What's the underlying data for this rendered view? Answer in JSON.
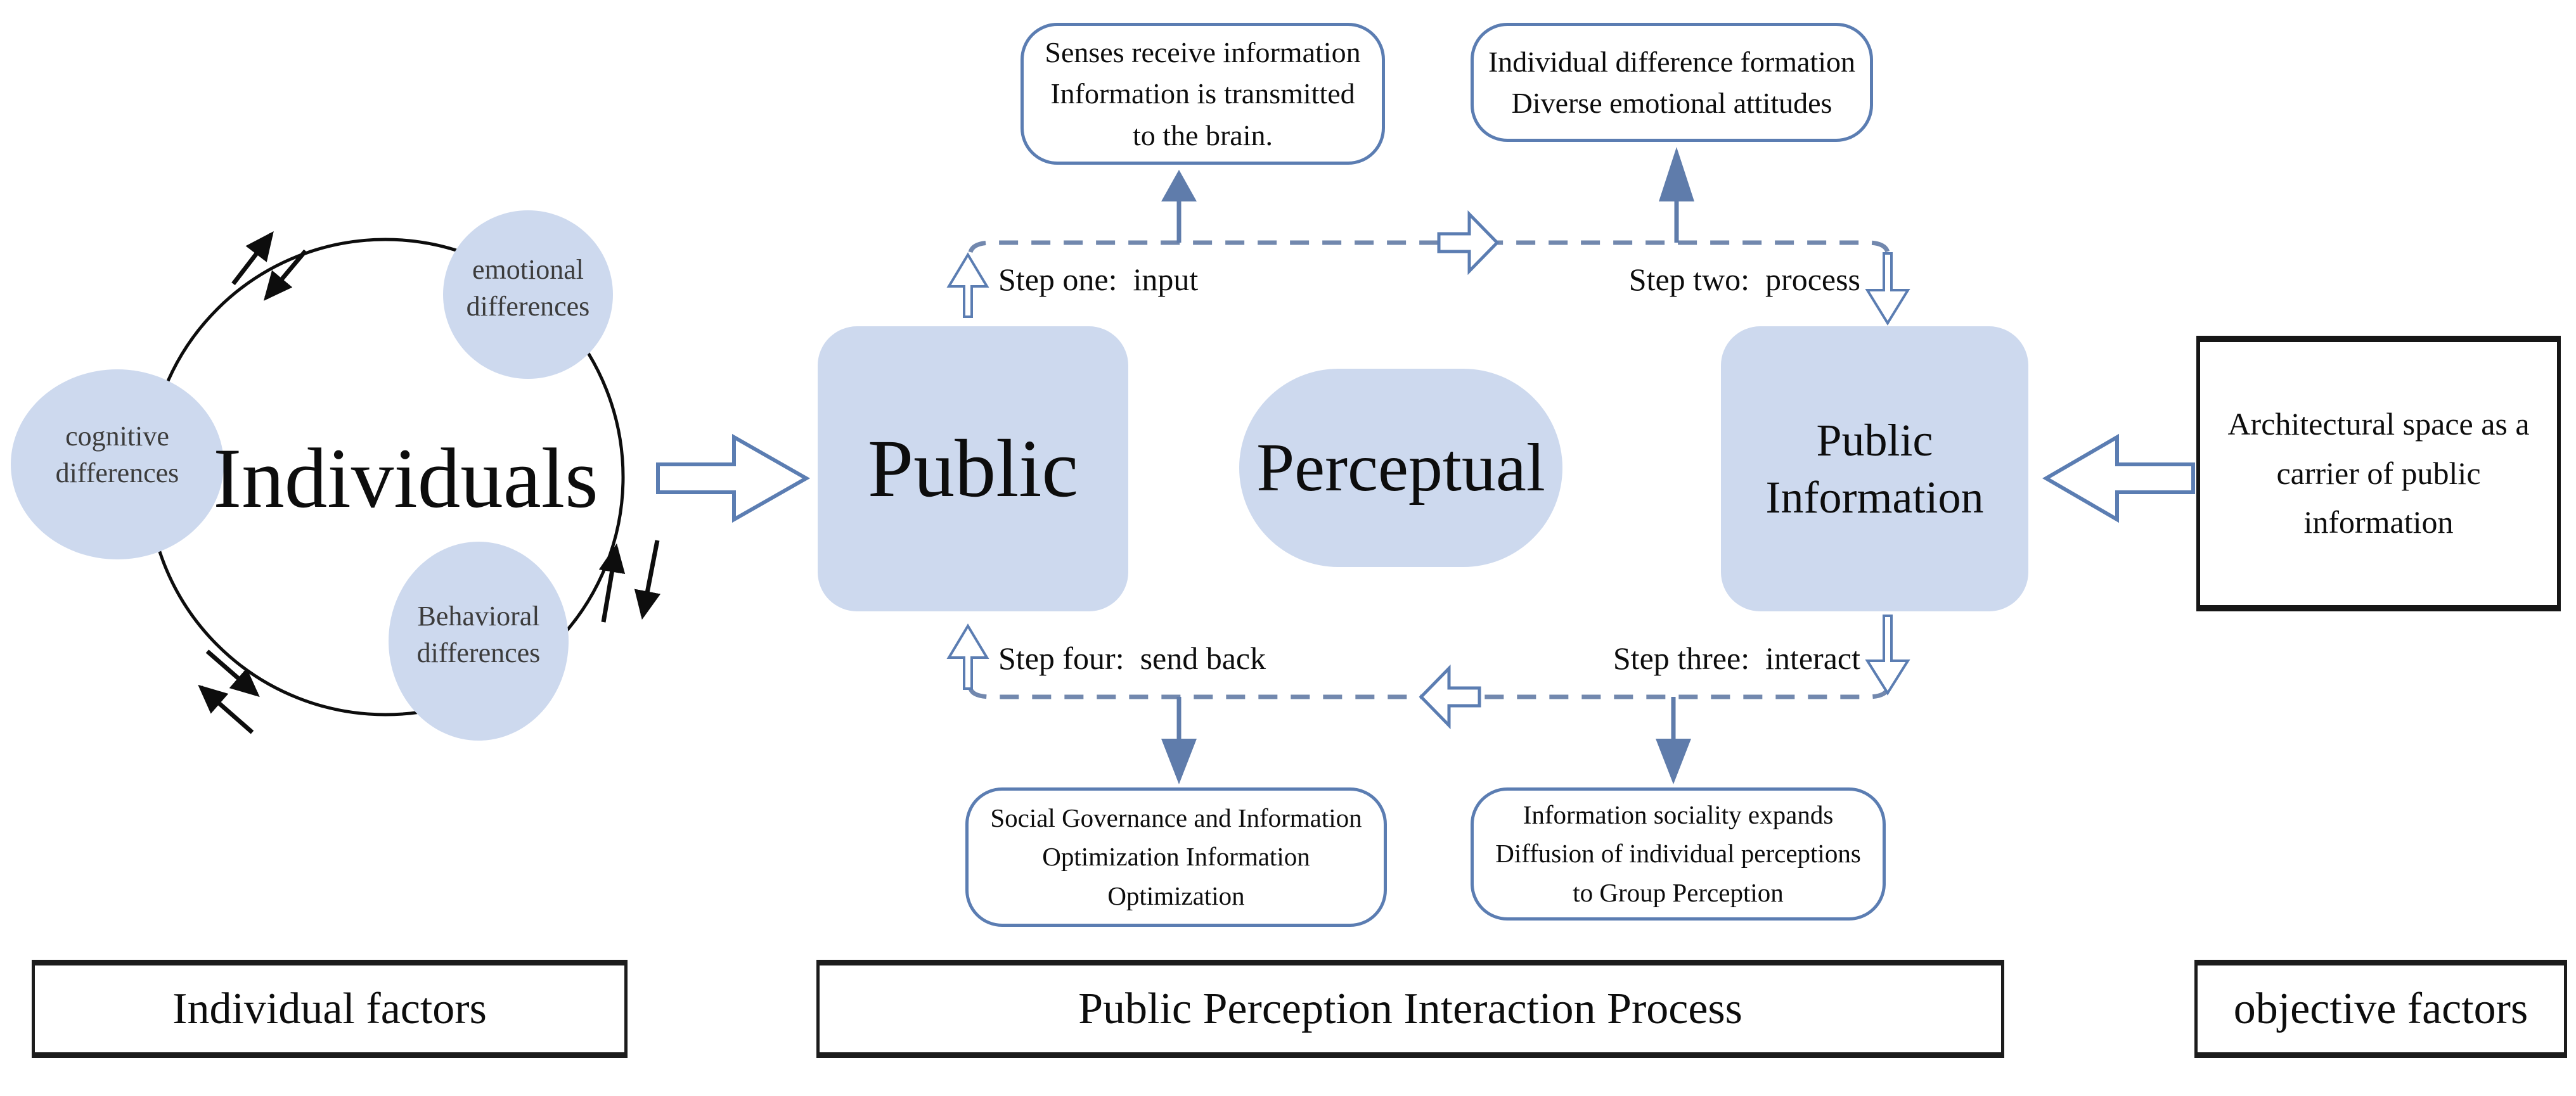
{
  "palette": {
    "shape_fill_blue": "#cdd9ee",
    "outline_blue": "#5b7db2",
    "dashed_line_blue": "#7288ae",
    "solid_arrow_blue": "#5f7cab",
    "line_black": "#0d0d0d"
  },
  "left_section": {
    "circle_label": "Individuals",
    "cognitive": {
      "line1": "cognitive",
      "line2": "differences"
    },
    "emotional": {
      "line1": "emotional",
      "line2": "differences"
    },
    "behavioral": {
      "line1": "Behavioral",
      "line2": "differences"
    },
    "footer": "Individual factors"
  },
  "process_section": {
    "top_box_senses": {
      "line1": "Senses receive information",
      "line2": "Information is transmitted",
      "line3": "to the brain."
    },
    "top_box_difference": {
      "line1": "Individual difference formation",
      "line2": "Diverse emotional attitudes"
    },
    "public_label": "Public",
    "perceptual_label": "Perceptual",
    "public_information": {
      "line1": "Public",
      "line2": "Information"
    },
    "steps": {
      "one": "Step one:  input",
      "two": "Step two:  process",
      "three": "Step three:  interact",
      "four": "Step four:  send back"
    },
    "bottom_box_governance": {
      "line1": "Social Governance and Information",
      "line2": "Optimization Information",
      "line3": "Optimization"
    },
    "bottom_box_sociality": {
      "line1": "Information sociality expands",
      "line2": "Diffusion of individual perceptions",
      "line3": "to Group Perception"
    },
    "footer": "Public Perception Interaction Process"
  },
  "right_section": {
    "carrier_box": {
      "line1": "Architectural space as a",
      "line2": "carrier of public",
      "line3": "information"
    },
    "footer": "objective factors"
  }
}
